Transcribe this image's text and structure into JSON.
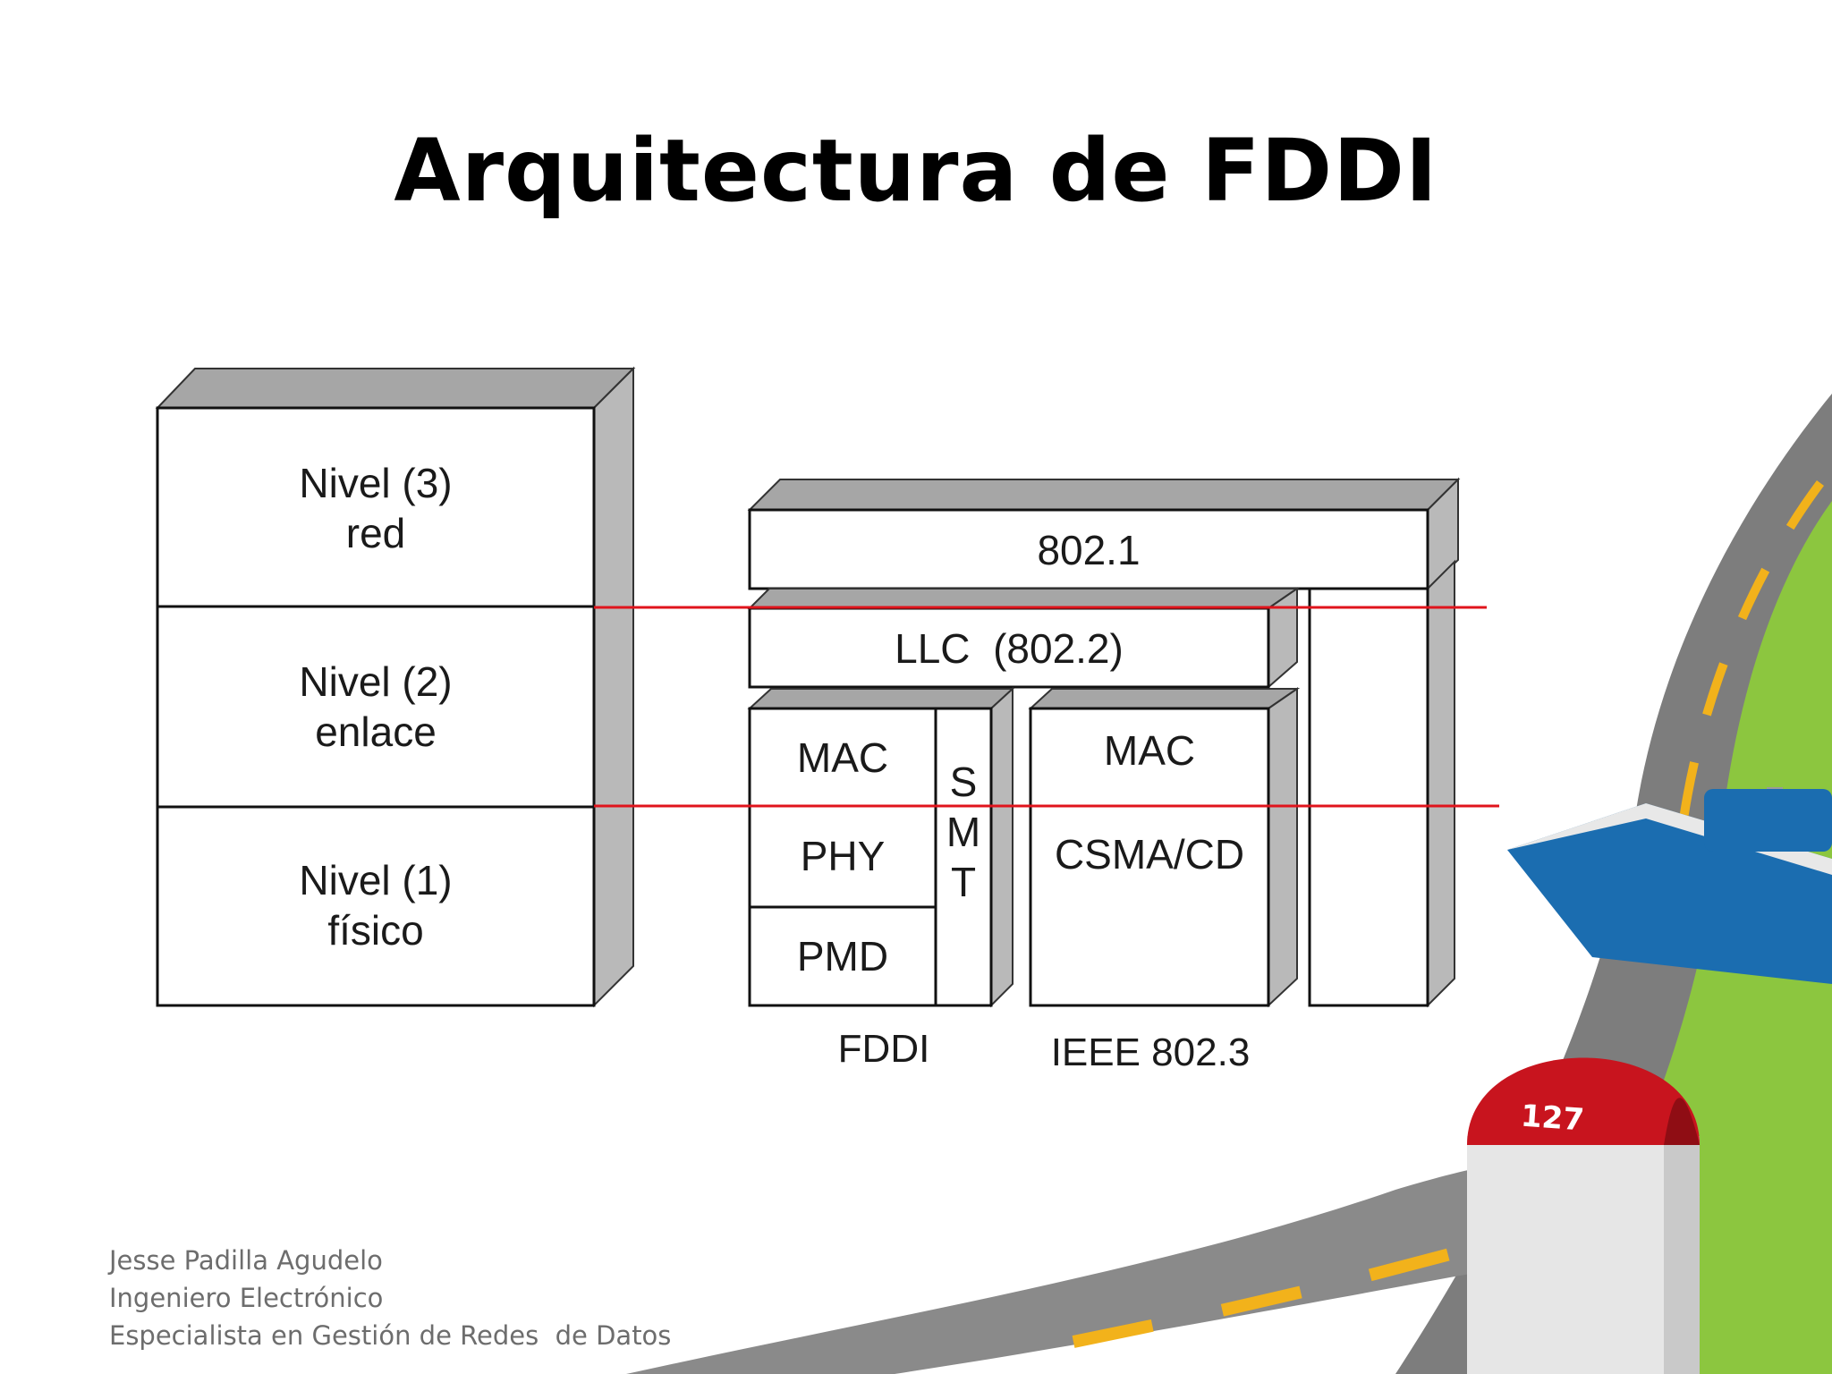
{
  "slide": {
    "title": "Arquitectura de FDDI",
    "page_number": "127"
  },
  "osi_levels": [
    {
      "line1": "Nivel (3)",
      "line2": "red"
    },
    {
      "line1": "Nivel (2)",
      "line2": "enlace"
    },
    {
      "line1": "Nivel (1)",
      "line2": "físico"
    }
  ],
  "stack": {
    "top": "802.1",
    "llc": "LLC  (802.2)",
    "fddi": {
      "mac": "MAC",
      "phy": "PHY",
      "pmd": "PMD",
      "smt": [
        "S",
        "M",
        "T"
      ]
    },
    "ieee": {
      "mac": "MAC",
      "csma": "CSMA/CD"
    }
  },
  "captions": {
    "fddi": "FDDI",
    "ieee": "IEEE 802.3"
  },
  "author": {
    "name": "Jesse Padilla Agudelo",
    "role": "Ingeniero Electrónico",
    "specialty": "Especialista en Gestión de Redes  de Datos"
  },
  "colors": {
    "divider": "#e0141c",
    "box_side": "#b9b9b9",
    "box_top": "#a6a6a6",
    "grass": "#8cc63f",
    "road": "#7d7d7d",
    "milestone_red": "#c8141e",
    "sign_blue": "#1b6db0"
  }
}
